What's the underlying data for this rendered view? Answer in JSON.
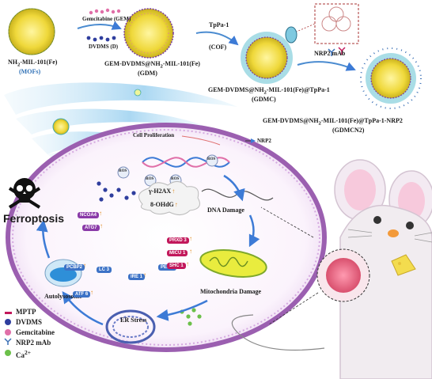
{
  "top": {
    "mof_label": "NH",
    "mof_label_sub": "2",
    "mof_label_rest": "-MIL-101(Fe)",
    "mof_sub": "(MOFs)",
    "gem_label": "Gemcitabine (GEM)",
    "dvdms_label": "DVDMS (D)",
    "gdm_label_a": "GEM-DVDMS@NH",
    "gdm_label_b": "2",
    "gdm_label_c": "-MIL-101(Fe)",
    "gdm_sub": "(GDM)",
    "tppa_label": "TpPa-1",
    "cof_label": "(COF)",
    "gdmc_label_a": "GEM-DVDMS@NH",
    "gdmc_label_b": "2",
    "gdmc_label_c": "-MIL-101(Fe)@TpPa-1",
    "gdmc_sub": "(GDMC)",
    "nrp2_label": "NRP2 mAb",
    "gdmcn2_label_a": "GEM-DVDMS@NH",
    "gdmcn2_label_b": "2",
    "gdmcn2_label_c": "-MIL-101(Fe)@TpPa-1-NRP2",
    "gdmcn2_sub": "(GDMCN2)"
  },
  "cell": {
    "cell_proliferation": "Cell Proliferation",
    "nrp2": "NRP2",
    "ros": "ROS",
    "h2ax": "γ-H2AX",
    "ohdg": "8-OHdG",
    "dna_damage": "DNA Damage",
    "ferroptosis": "Ferroptosis",
    "ncoa4": "NCOA4",
    "atg7": "ATG7",
    "pcbp2": "PCBP2",
    "lc3": "LC 3",
    "autolysosome": "Autolysosome",
    "atf6": "ATF 6",
    "ire1": "IRE 1",
    "perk": "PERK",
    "prxd3": "PRXD 3",
    "micu1": "MICU 1",
    "shc1": "SHC 1",
    "mito_damage": "Mitochondria Damage",
    "er_stress": "ER Stress"
  },
  "legend": {
    "items": [
      {
        "label": "MPTP",
        "color": "#c2185b"
      },
      {
        "label": "DVDMS",
        "color": "#2f3e9e"
      },
      {
        "label": "Gemcitabine",
        "color": "#e06fa8"
      },
      {
        "label": "NRP2 mAb",
        "color": "#3a6fb5"
      },
      {
        "label": "Ca",
        "sup": "2+",
        "color": "#6cc04a"
      }
    ]
  },
  "colors": {
    "membrane": "#9b5fb0",
    "mof": "#f2e04a",
    "arrow": "#3d7bd6",
    "tag_purple": "#8a3aa8",
    "tag_blue": "#3c72c6",
    "tag_red": "#c2185b",
    "up_arrow": "#e08a1e"
  }
}
